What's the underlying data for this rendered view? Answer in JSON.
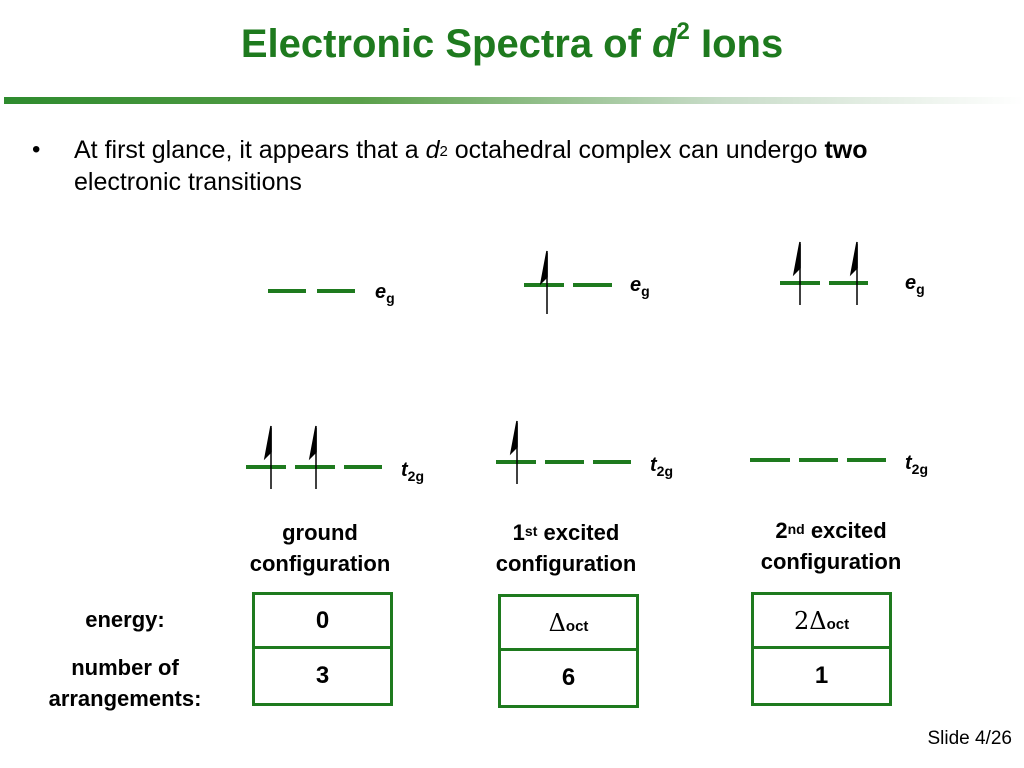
{
  "title": {
    "prefix": "Electronic Spectra of ",
    "d": "d",
    "sup": "2",
    "suffix": " Ions"
  },
  "bullet": {
    "marker": "•",
    "text1": "At first glance, it appears that a ",
    "d": "d",
    "sup": "2",
    "text2": " octahedral complex can undergo ",
    "bold": "two",
    "text3": " electronic transitions"
  },
  "levels": {
    "eg_e": "e",
    "eg_g": "g",
    "t2g_t": "t",
    "t2g_sub": "2g"
  },
  "configs": [
    {
      "line1": "ground",
      "line2": "configuration",
      "sup": "",
      "energy": "0",
      "energy_sym": "",
      "energy_sub": "",
      "arrangements": "3"
    },
    {
      "line1pre": "1",
      "sup": "st",
      "line1": " excited",
      "line2": "configuration",
      "energy": "",
      "energy_sym": "Δ",
      "energy_sub": "oct",
      "arrangements": "6"
    },
    {
      "line1pre": "2",
      "sup": "nd",
      "line1": " excited",
      "line2": "configuration",
      "energy": "2",
      "energy_sym": "Δ",
      "energy_sub": "oct",
      "arrangements": "1"
    }
  ],
  "row_labels": {
    "energy": "energy:",
    "arrangements_1": "number of",
    "arrangements_2": "arrangements:"
  },
  "footer": {
    "slide": "Slide 4/26"
  },
  "colors": {
    "accent": "#1e7a1e"
  }
}
